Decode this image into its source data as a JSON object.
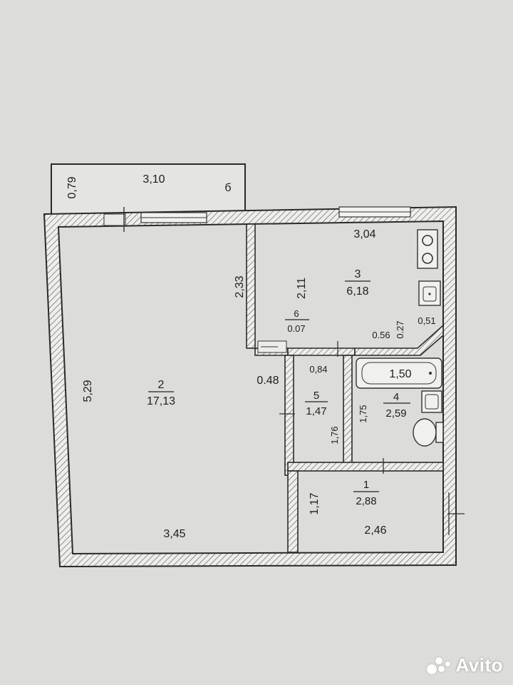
{
  "balcony": {
    "id": "б",
    "width": "3,10",
    "depth": "0,79"
  },
  "rooms": [
    {
      "id": "room-2",
      "number": "2",
      "area": "17,13"
    },
    {
      "id": "room-3",
      "number": "3",
      "area": "6,18"
    },
    {
      "id": "room-6",
      "number": "6",
      "area": "0.07"
    },
    {
      "id": "room-5",
      "number": "5",
      "area": "1,47"
    },
    {
      "id": "room-4",
      "number": "4",
      "area": "2,59"
    },
    {
      "id": "room-1",
      "number": "1",
      "area": "2,88"
    }
  ],
  "dimensions": {
    "room2_height": "5,29",
    "room2_width": "3,45",
    "partition_2_33": "2,33",
    "room3_width": "3,04",
    "room3_height": "2,11",
    "sink_width": "0,51",
    "niche_056": "0.56",
    "niche_027": "0.27",
    "gap_048": "0.48",
    "room5_width": "0,84",
    "room5_height": "1,76",
    "bath_length": "1,50",
    "room4_height": "1,75",
    "room1_height": "1,17",
    "room1_width": "2,46"
  },
  "watermark": {
    "text": "Avito"
  }
}
